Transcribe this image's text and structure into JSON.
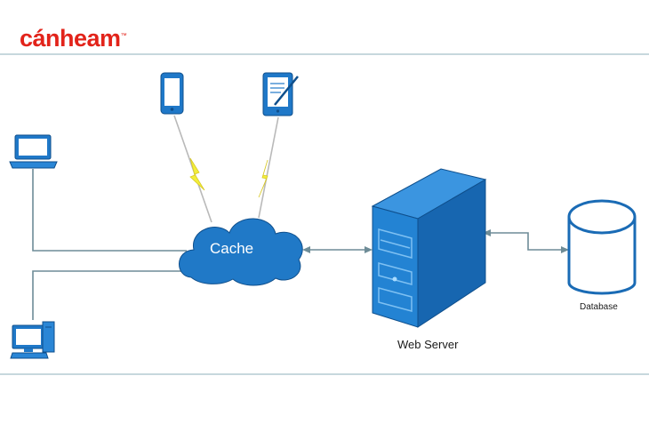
{
  "brand": {
    "logo_text": "cánheam"
  },
  "nodes": {
    "cache": {
      "label": "Cache"
    },
    "web_server": {
      "label": "Web Server"
    },
    "database": {
      "label": "Database"
    }
  },
  "colors": {
    "brand_red": "#e2231a",
    "device_blue": "#1f78c8",
    "line_gray": "#7a9aa6",
    "lightning_yellow": "#f2ee3a"
  },
  "icons": [
    "laptop-icon",
    "smartphone-icon",
    "tablet-icon",
    "desktop-computer-icon",
    "cloud-icon",
    "server-tower-icon",
    "database-cylinder-icon",
    "lightning-bolt-icon"
  ]
}
